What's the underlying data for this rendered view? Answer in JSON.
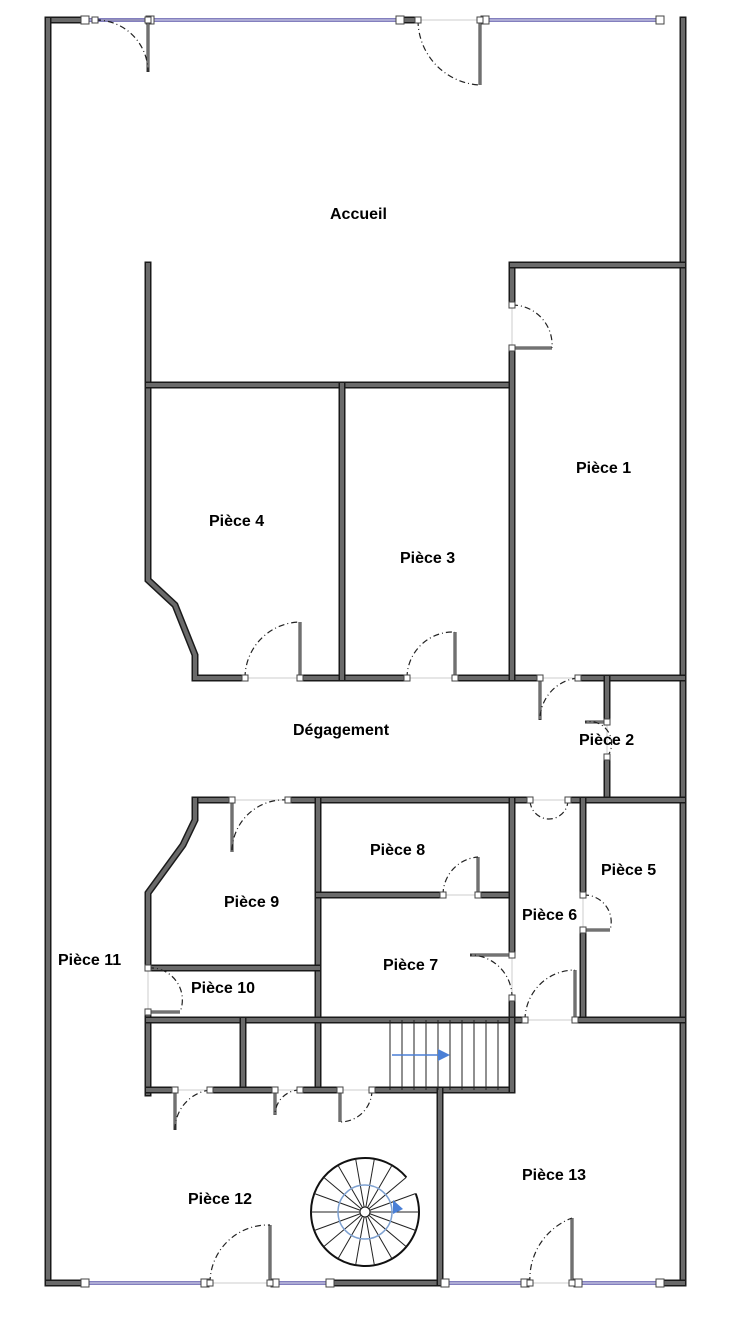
{
  "plan": {
    "rooms": {
      "accueil": "Accueil",
      "piece1": "Pièce 1",
      "piece2": "Pièce 2",
      "piece3": "Pièce 3",
      "piece4": "Pièce 4",
      "piece5": "Pièce 5",
      "piece6": "Pièce 6",
      "piece7": "Pièce 7",
      "piece8": "Pièce 8",
      "piece9": "Pièce 9",
      "piece10": "Pièce 10",
      "piece11": "Pièce 11",
      "piece12": "Pièce 12",
      "piece13": "Pièce 13",
      "degagement": "Dégagement"
    },
    "colors": {
      "wall": "#6a6a6a",
      "window": "#5a55a8",
      "stair_arrow": "#4a7fd6"
    }
  }
}
